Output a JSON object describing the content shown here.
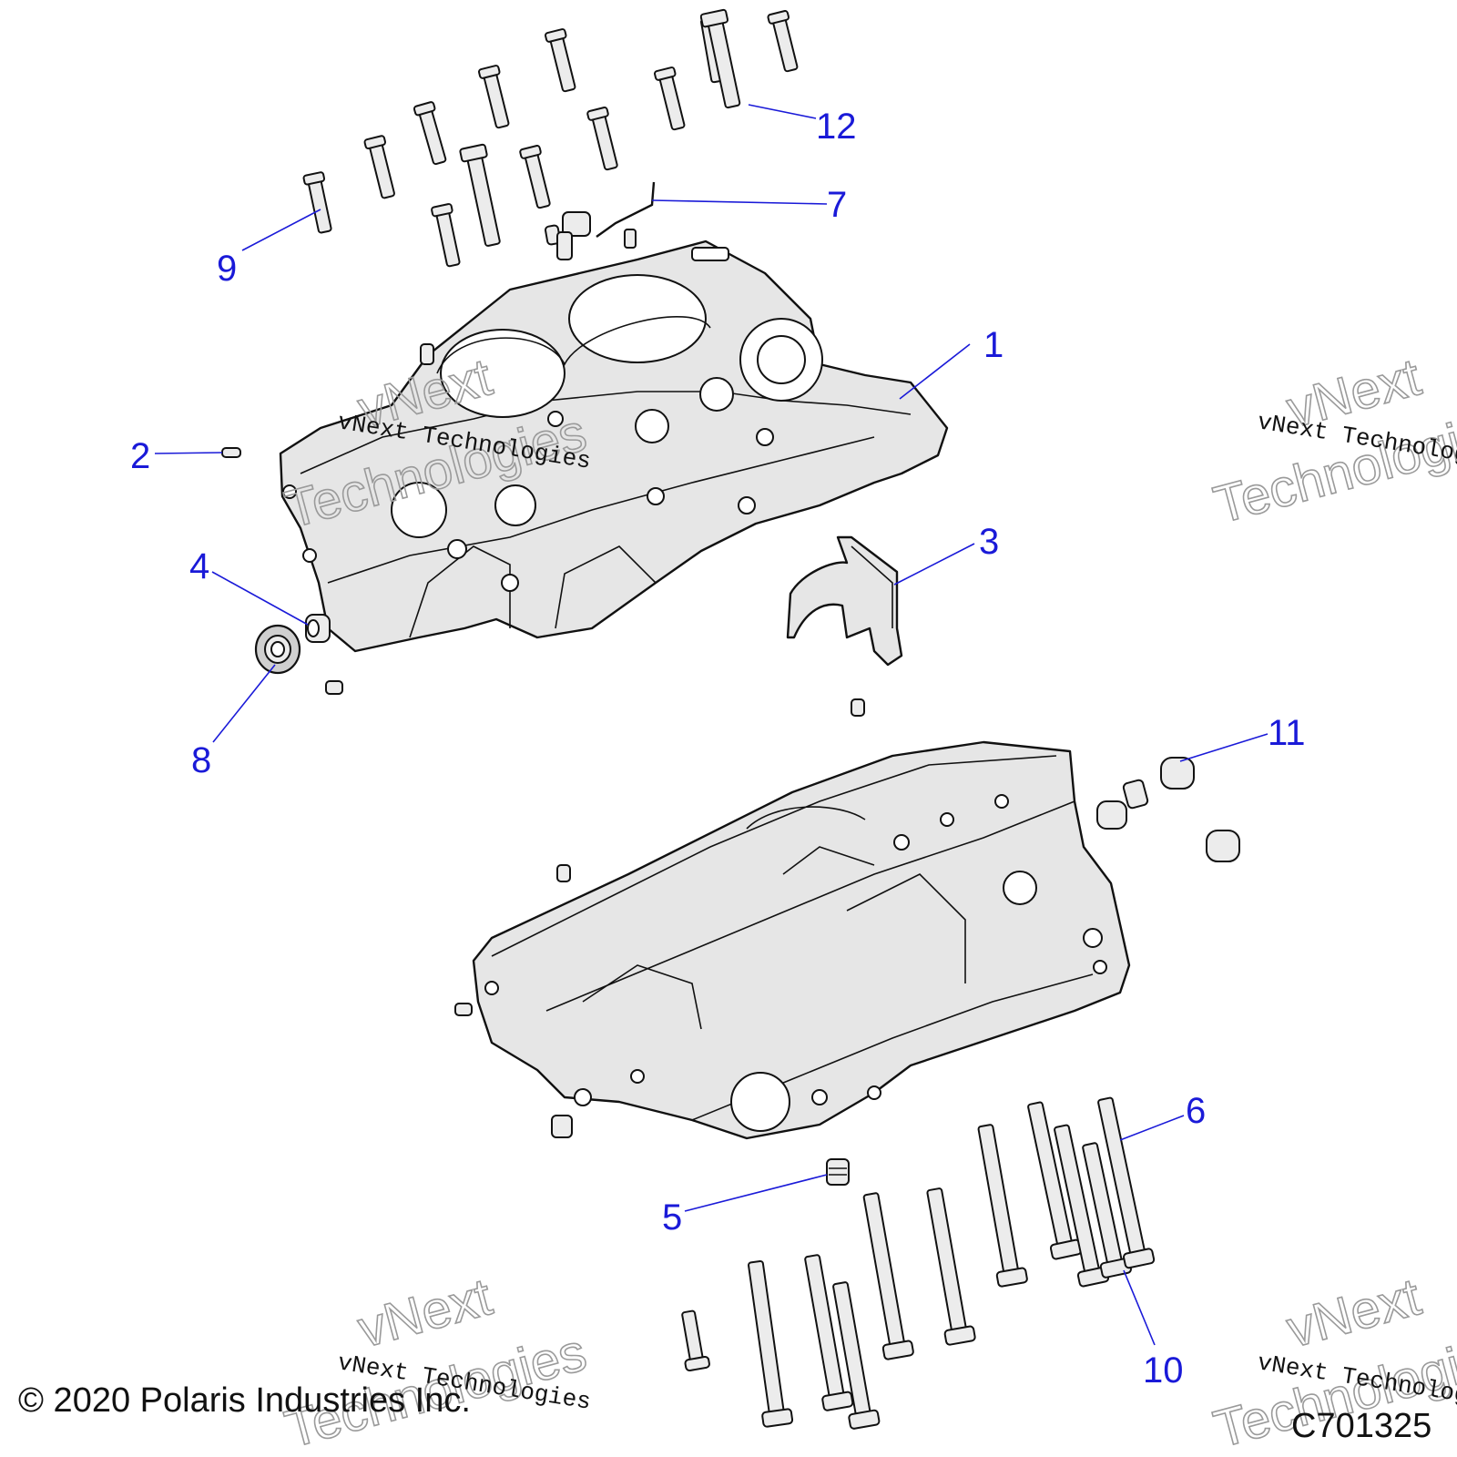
{
  "diagram": {
    "callouts": [
      "1",
      "2",
      "3",
      "4",
      "5",
      "6",
      "7",
      "8",
      "9",
      "10",
      "11",
      "12"
    ],
    "watermark": {
      "line": "vNext Technologies",
      "big_top": "vNext",
      "big_bottom": "Technologies"
    },
    "copyright": "© 2020 Polaris Industries Inc.",
    "figure_id": "C701325"
  }
}
